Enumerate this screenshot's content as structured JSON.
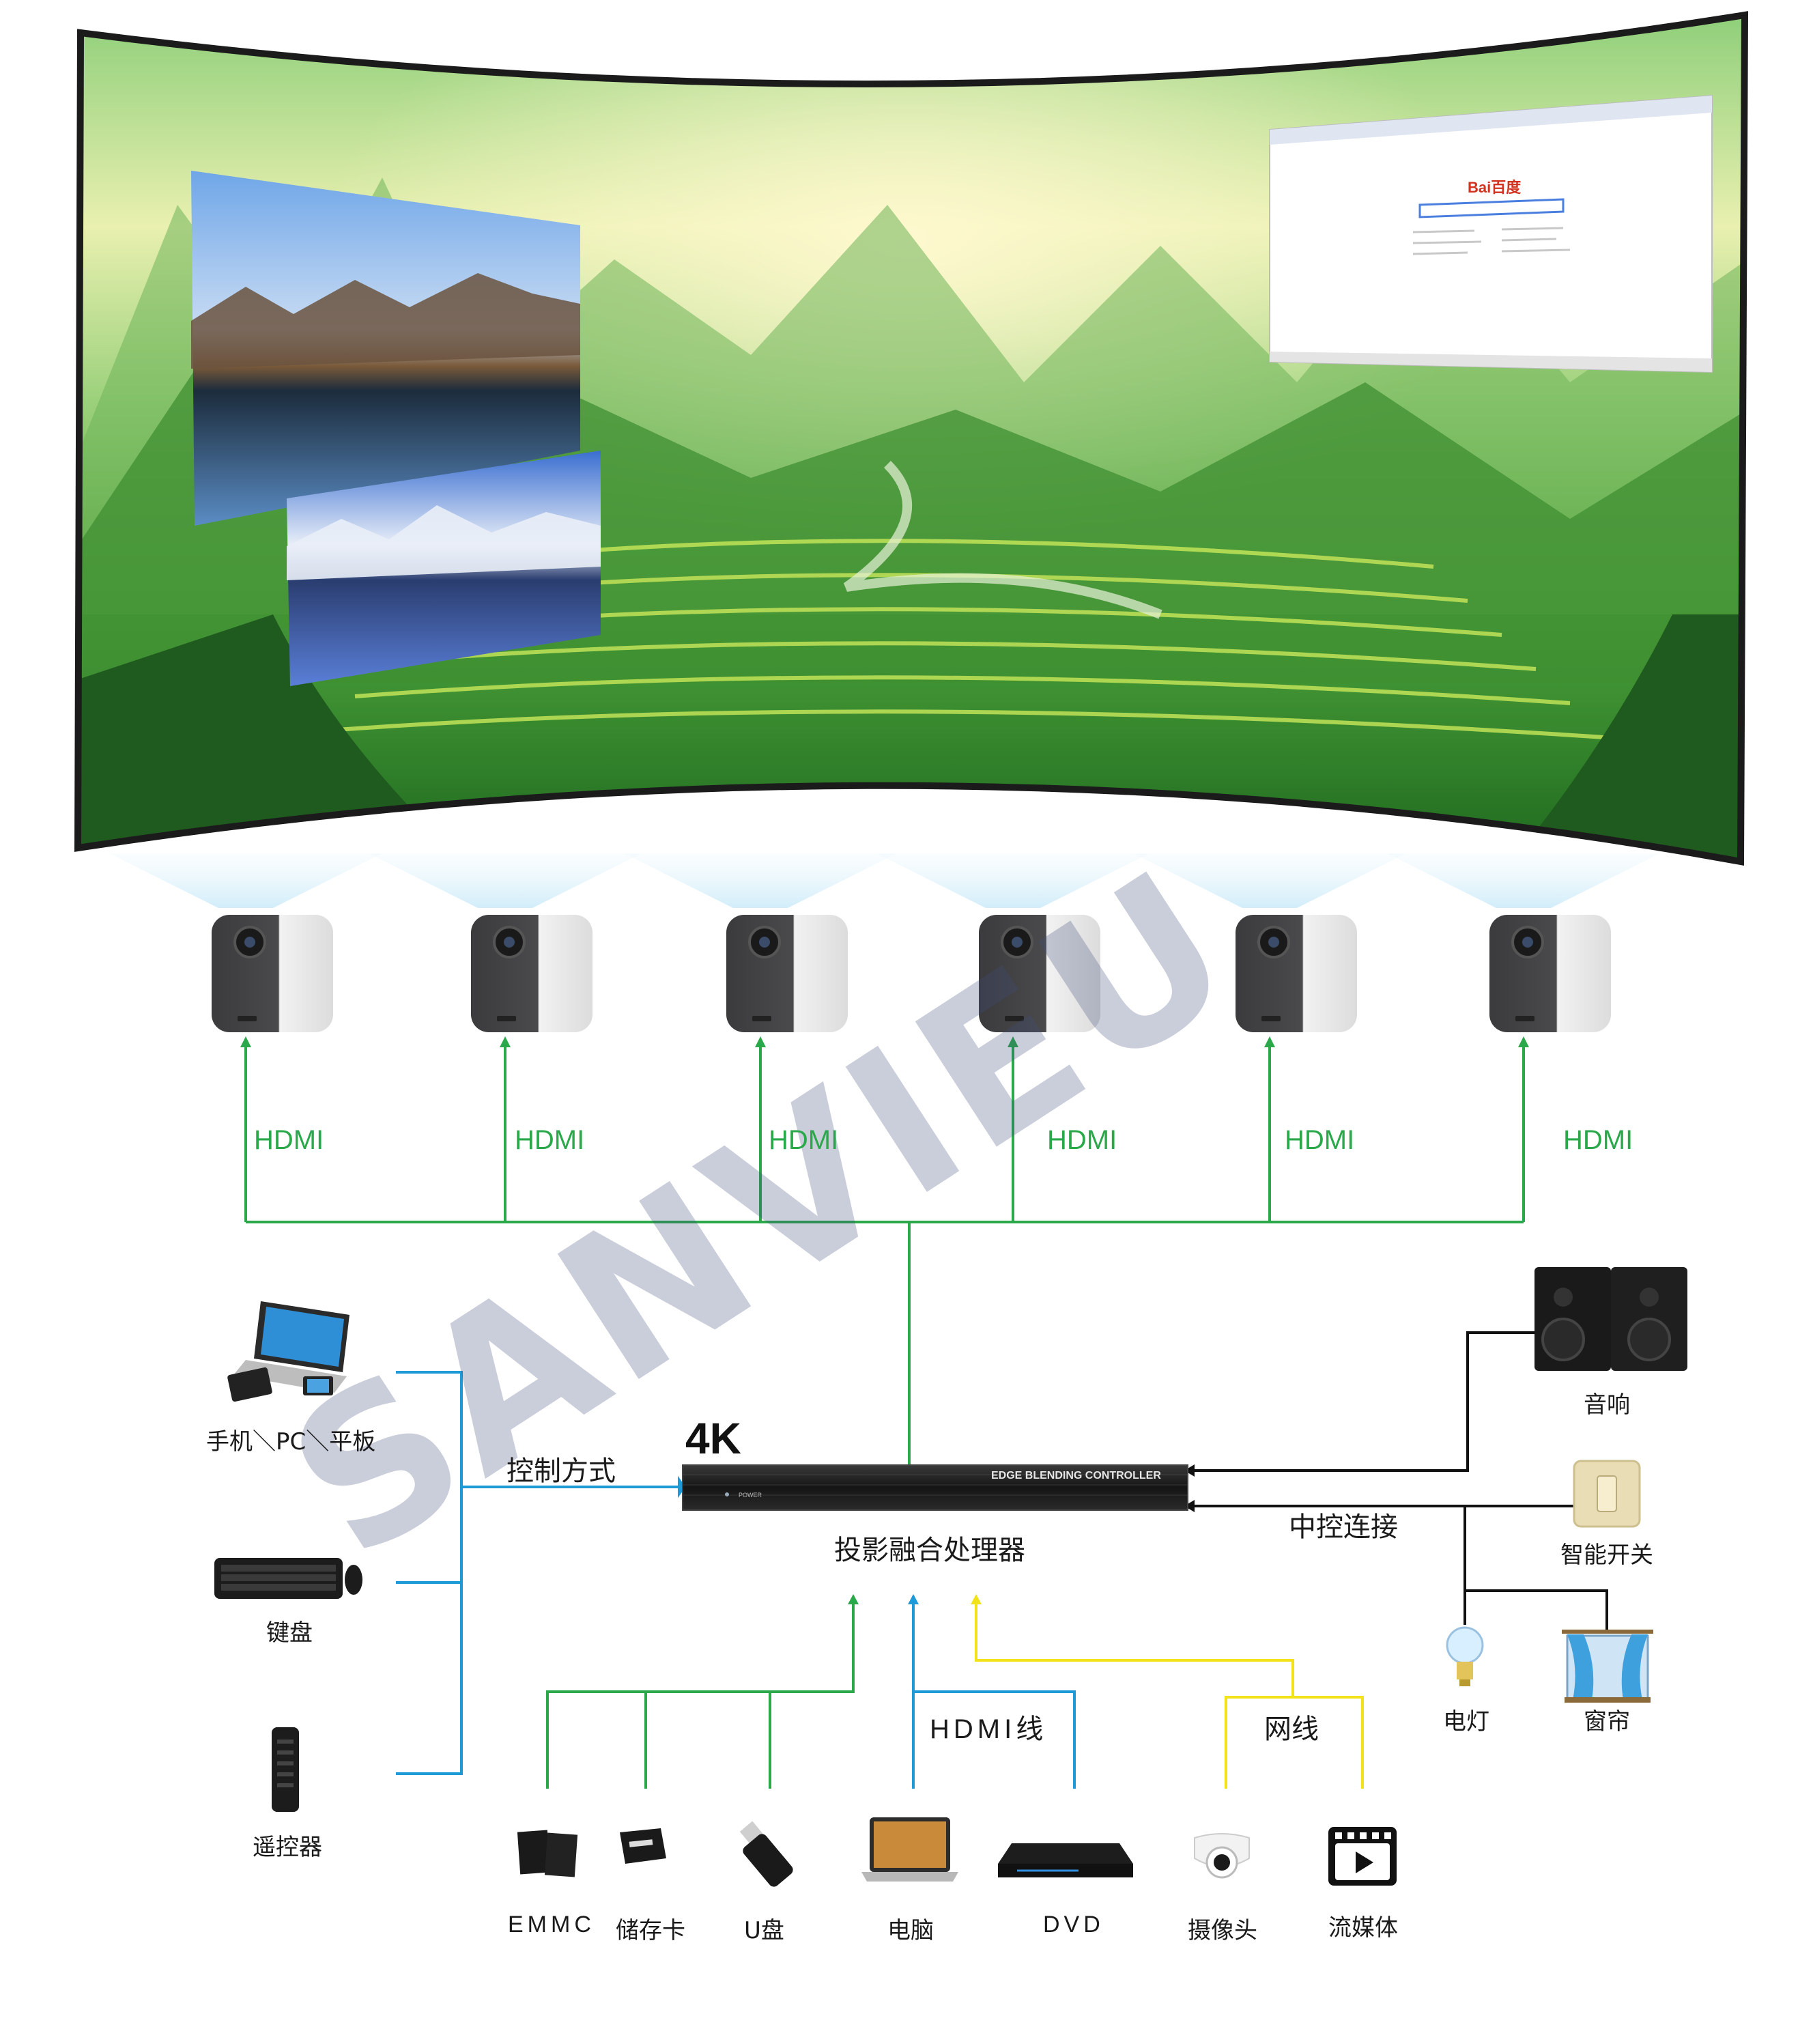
{
  "projector_links": [
    "HDMI",
    "HDMI",
    "HDMI",
    "HDMI",
    "HDMI",
    "HDMI"
  ],
  "processor": {
    "badge": "4K",
    "panel_text": "EDGE BLENDING CONTROLLER",
    "power_text": "POWER",
    "name": "投影融合处理器"
  },
  "control": {
    "method_label": "控制方式",
    "devices": [
      "手机＼PC＼平板",
      "键盘",
      "遥控器"
    ]
  },
  "central_control": {
    "label": "中控连接",
    "devices": [
      "音响",
      "智能开关",
      "电灯",
      "窗帘"
    ]
  },
  "sources": {
    "hdmi_label": "HDMI线",
    "network_label": "网线",
    "devices": [
      "EMMC",
      "储存卡",
      "U盘",
      "电脑",
      "DVD",
      "摄像头",
      "流媒体"
    ]
  },
  "browser_window": {
    "logo": "Bai百度"
  },
  "watermark": "SANVIEU",
  "colors": {
    "hdmi_line": "#2aa84a",
    "control_line": "#1e9ad6",
    "network_line": "#f2e21a",
    "central_line": "#111111",
    "screen_frame": "#1b1b1b",
    "watermark": "#3f4a7a"
  }
}
